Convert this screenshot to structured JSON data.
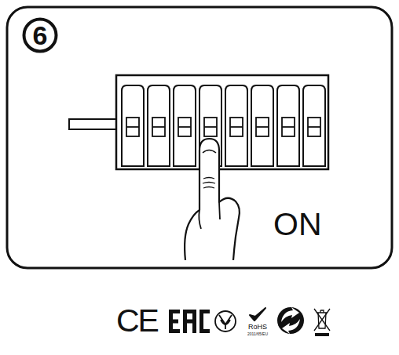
{
  "diagram": {
    "nodes": [
      {
        "text": [
          "6"
        ]
      }
    ],
    "labels": [
      "ON",
      "CE",
      "RoHS",
      "2011/65/EU"
    ]
  }
}
